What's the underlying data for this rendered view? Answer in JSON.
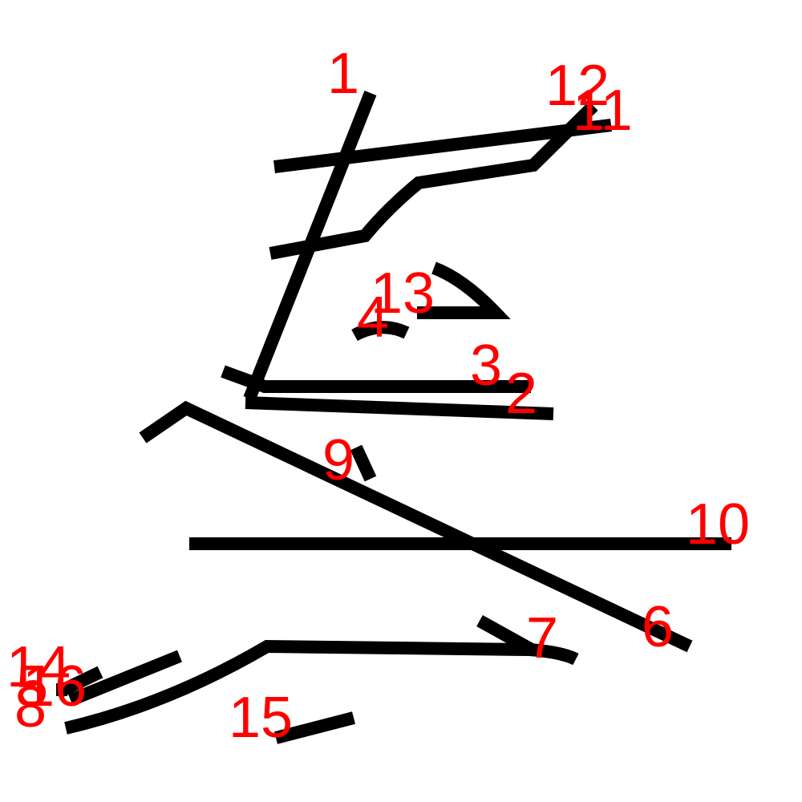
{
  "strokes": [
    {
      "label": "1"
    },
    {
      "label": "2"
    },
    {
      "label": "3"
    },
    {
      "label": "4"
    },
    {
      "label": "5"
    },
    {
      "label": "6"
    },
    {
      "label": "7"
    },
    {
      "label": "8"
    },
    {
      "label": "9"
    },
    {
      "label": "10"
    },
    {
      "label": "11"
    },
    {
      "label": "12"
    },
    {
      "label": "13"
    },
    {
      "label": "14"
    },
    {
      "label": "15"
    },
    {
      "label": "16"
    }
  ],
  "colors": {
    "stroke": "#000000",
    "label": "#ff0000",
    "background": "#ffffff"
  }
}
